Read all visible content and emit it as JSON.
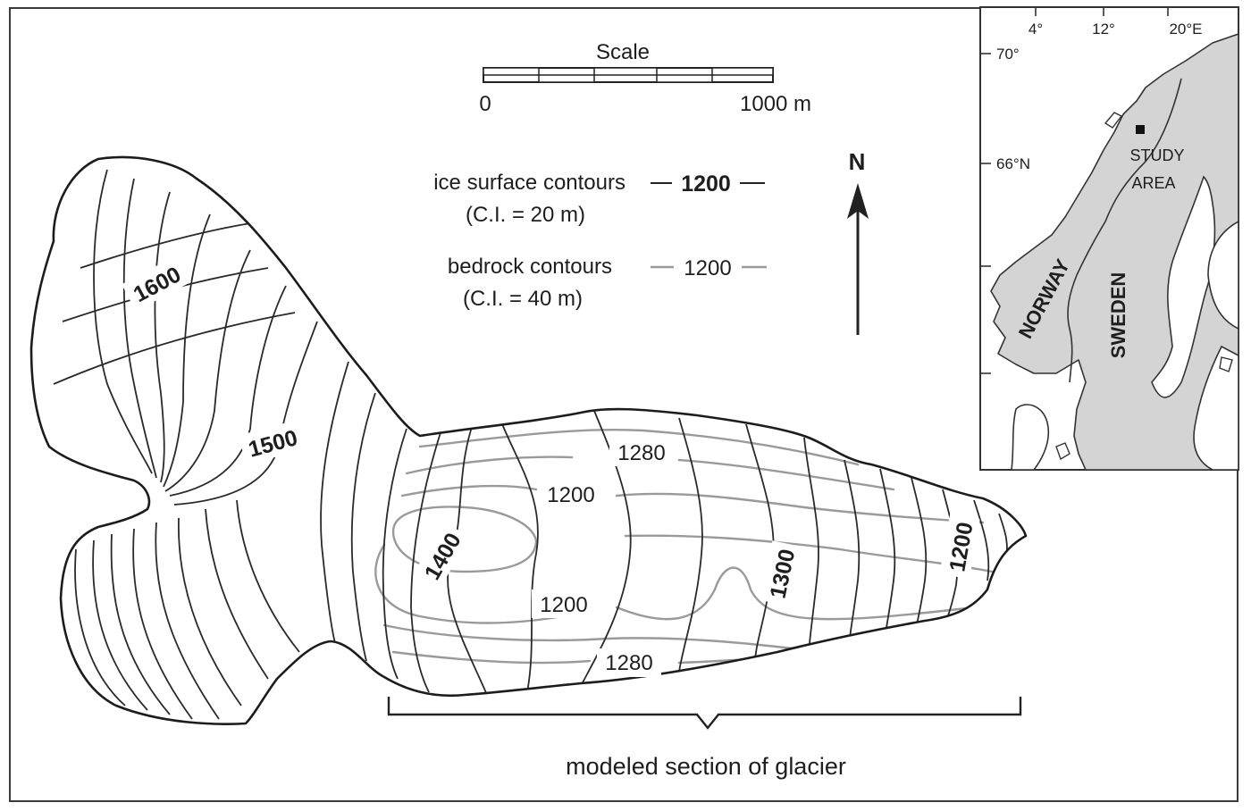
{
  "scale_bar": {
    "title": "Scale",
    "label_start": "0",
    "label_end": "1000 m"
  },
  "legend": {
    "ice": {
      "label": "ice surface contours",
      "interval": "(C.I. = 20 m)",
      "sample": "1200"
    },
    "bedrock": {
      "label": "bedrock contours",
      "interval": "(C.I. = 40 m)",
      "sample": "1200"
    }
  },
  "north_arrow": {
    "label": "N"
  },
  "contour_labels": {
    "ice_1600": "1600",
    "ice_1500": "1500",
    "ice_1400": "1400",
    "ice_1300": "1300",
    "ice_1200": "1200",
    "bed_1280_upper": "1280",
    "bed_1200_upper": "1200",
    "bed_1200_lower": "1200",
    "bed_1280_lower": "1280"
  },
  "modeled_section": {
    "label": "modeled section of glacier"
  },
  "inset": {
    "longitude_ticks": [
      "4°",
      "12°",
      "20°E"
    ],
    "latitude_ticks": [
      "70°",
      "66°N"
    ],
    "countries": [
      "NORWAY",
      "SWEDEN"
    ],
    "study_area": [
      "STUDY",
      "AREA"
    ]
  },
  "colors": {
    "ice_contour": "#2a2a2a",
    "bedrock_contour": "#9a9a9a",
    "inset_land": "#d4d4d4",
    "frame": "#3a3a3a"
  }
}
